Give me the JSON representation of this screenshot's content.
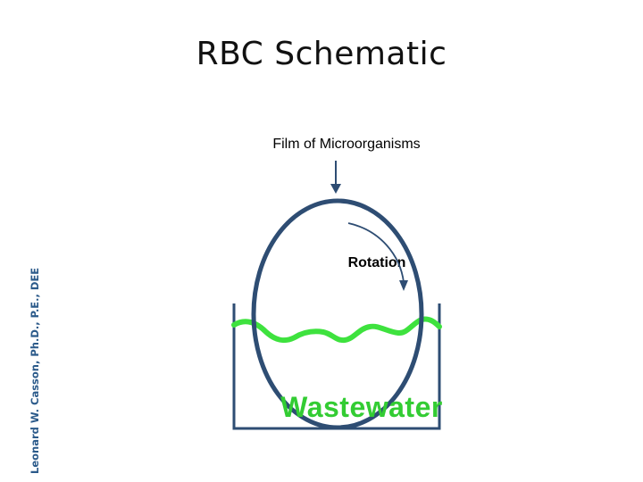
{
  "slide": {
    "title": "RBC Schematic",
    "credit": "Leonard W. Casson, Ph.D., P.E., DEE"
  },
  "diagram": {
    "labels": {
      "film": "Film of Microorganisms",
      "rotation": "Rotation",
      "wastewater": "Wastewater"
    },
    "colors": {
      "disc_outline": "#2e4d73",
      "tank_outline": "#2e4d73",
      "arrow": "#2e4d73",
      "water_line": "#3ee23e",
      "wastewater_text": "#33cc33"
    },
    "icons": {
      "down_arrow": "arrow-down-icon",
      "rotation_arrow": "curved-arrow-icon"
    }
  }
}
